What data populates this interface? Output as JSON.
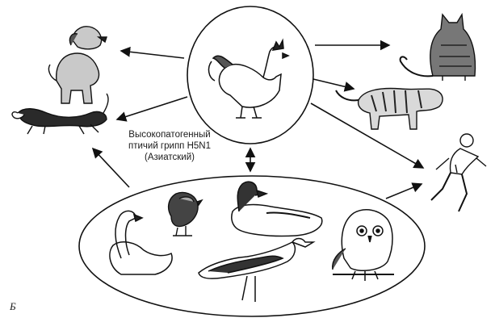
{
  "caption": {
    "line1": "Высокопатогенный",
    "line2": "птичий грипп H5N1",
    "line3": "(Азиатский)"
  },
  "panel_label": "Б",
  "colors": {
    "ink": "#111111",
    "fill_dark": "#2a2a2a",
    "fill_light": "#bdbdbd"
  },
  "nodes": {
    "source": "chicken",
    "reservoir": [
      "swan",
      "sparrow",
      "duck",
      "gull",
      "owl"
    ],
    "targets": [
      "dog",
      "ferret",
      "cat",
      "tiger",
      "human"
    ]
  }
}
